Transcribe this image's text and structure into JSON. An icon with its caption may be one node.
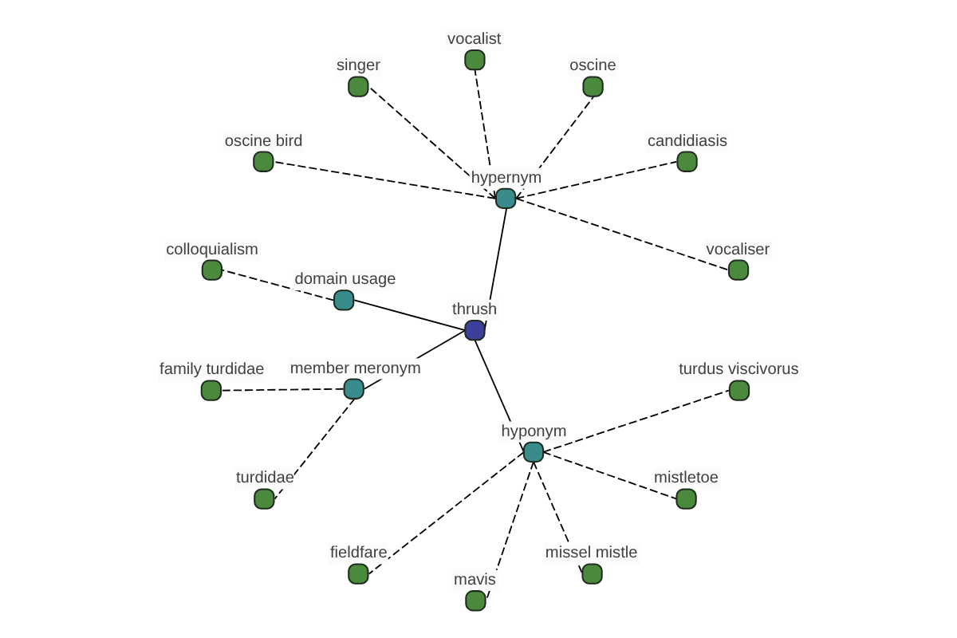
{
  "diagram": {
    "nodes": [
      {
        "text": [
          "thrush"
        ]
      },
      {
        "text": [
          "hypernym"
        ]
      },
      {
        "text": [
          "vocaliser"
        ]
      },
      {
        "text": [
          "candidiasis"
        ]
      },
      {
        "text": [
          "oscine"
        ]
      },
      {
        "text": [
          "vocalist"
        ]
      },
      {
        "text": [
          "singer"
        ]
      },
      {
        "text": [
          "oscine bird"
        ]
      },
      {
        "text": [
          "domain usage"
        ]
      },
      {
        "text": [
          "colloquialism"
        ]
      },
      {
        "text": [
          "member meronym"
        ]
      },
      {
        "text": [
          "family turdidae"
        ]
      },
      {
        "text": [
          "turdidae"
        ]
      },
      {
        "text": [
          "hyponym"
        ]
      },
      {
        "text": [
          "fieldfare"
        ]
      },
      {
        "text": [
          "mavis"
        ]
      },
      {
        "text": [
          "missel mistle"
        ]
      },
      {
        "text": [
          "mistletoe"
        ]
      },
      {
        "text": [
          "turdus viscivorus"
        ]
      }
    ],
    "edges": [
      {
        "from": 0,
        "to": 1,
        "arrow": "none"
      },
      {
        "from": 1,
        "to": 2,
        "arrow": "none",
        "style": "dashed"
      },
      {
        "from": 1,
        "to": 3,
        "arrow": "none",
        "style": "dashed"
      },
      {
        "from": 1,
        "to": 4,
        "arrow": "none",
        "style": "dashed"
      },
      {
        "from": 1,
        "to": 5,
        "arrow": "none",
        "style": "dashed"
      },
      {
        "from": 1,
        "to": 6,
        "arrow": "none",
        "style": "dashed"
      },
      {
        "from": 1,
        "to": 7,
        "arrow": "none",
        "style": "dashed"
      },
      {
        "from": 0,
        "to": 8,
        "arrow": "none"
      },
      {
        "from": 8,
        "to": 9,
        "arrow": "none",
        "style": "dashed"
      },
      {
        "from": 0,
        "to": 10,
        "arrow": "none"
      },
      {
        "from": 10,
        "to": 11,
        "arrow": "none",
        "style": "dashed"
      },
      {
        "from": 10,
        "to": 12,
        "arrow": "none",
        "style": "dashed"
      },
      {
        "from": 0,
        "to": 13,
        "arrow": "none"
      },
      {
        "from": 13,
        "to": 14,
        "arrow": "none",
        "style": "dashed"
      },
      {
        "from": 13,
        "to": 15,
        "arrow": "none",
        "style": "dashed"
      },
      {
        "from": 13,
        "to": 16,
        "arrow": "none",
        "style": "dashed"
      },
      {
        "from": 13,
        "to": 17,
        "arrow": "none",
        "style": "dashed"
      },
      {
        "from": 13,
        "to": 18,
        "arrow": "none",
        "style": "dashed"
      }
    ]
  }
}
